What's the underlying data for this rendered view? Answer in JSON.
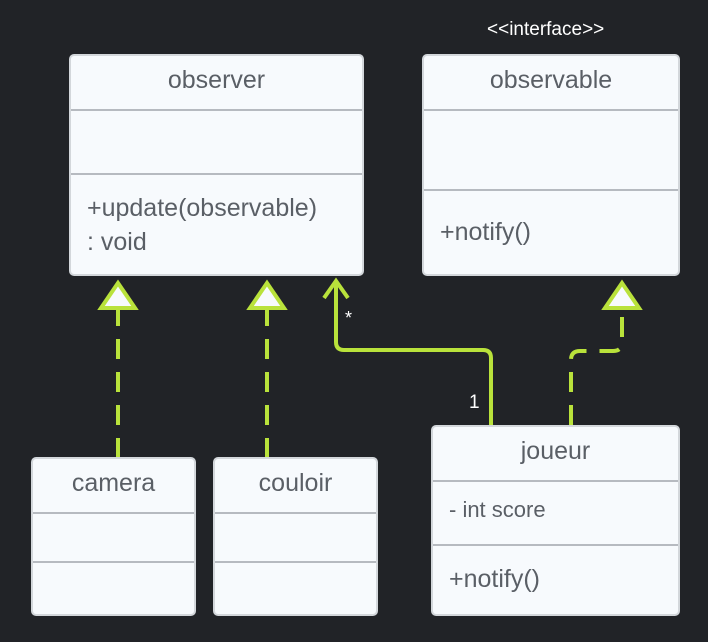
{
  "colors": {
    "background": "#212327",
    "box_fill": "#f7fafd",
    "box_border": "#d3d7db",
    "text": "#5a5f66",
    "connector": "#b9e23b"
  },
  "observer": {
    "name": "observer",
    "methods_line1": "+update(observable)",
    "methods_line2": ": void"
  },
  "observable": {
    "stereotype": "<<interface>>",
    "name": "observable",
    "method": "+notify()"
  },
  "camera": {
    "name": "camera"
  },
  "couloir": {
    "name": "couloir"
  },
  "joueur": {
    "name": "joueur",
    "attribute": "- int score",
    "method": "+notify()"
  },
  "association": {
    "observer_multiplicity": "*",
    "joueur_multiplicity": "1"
  }
}
